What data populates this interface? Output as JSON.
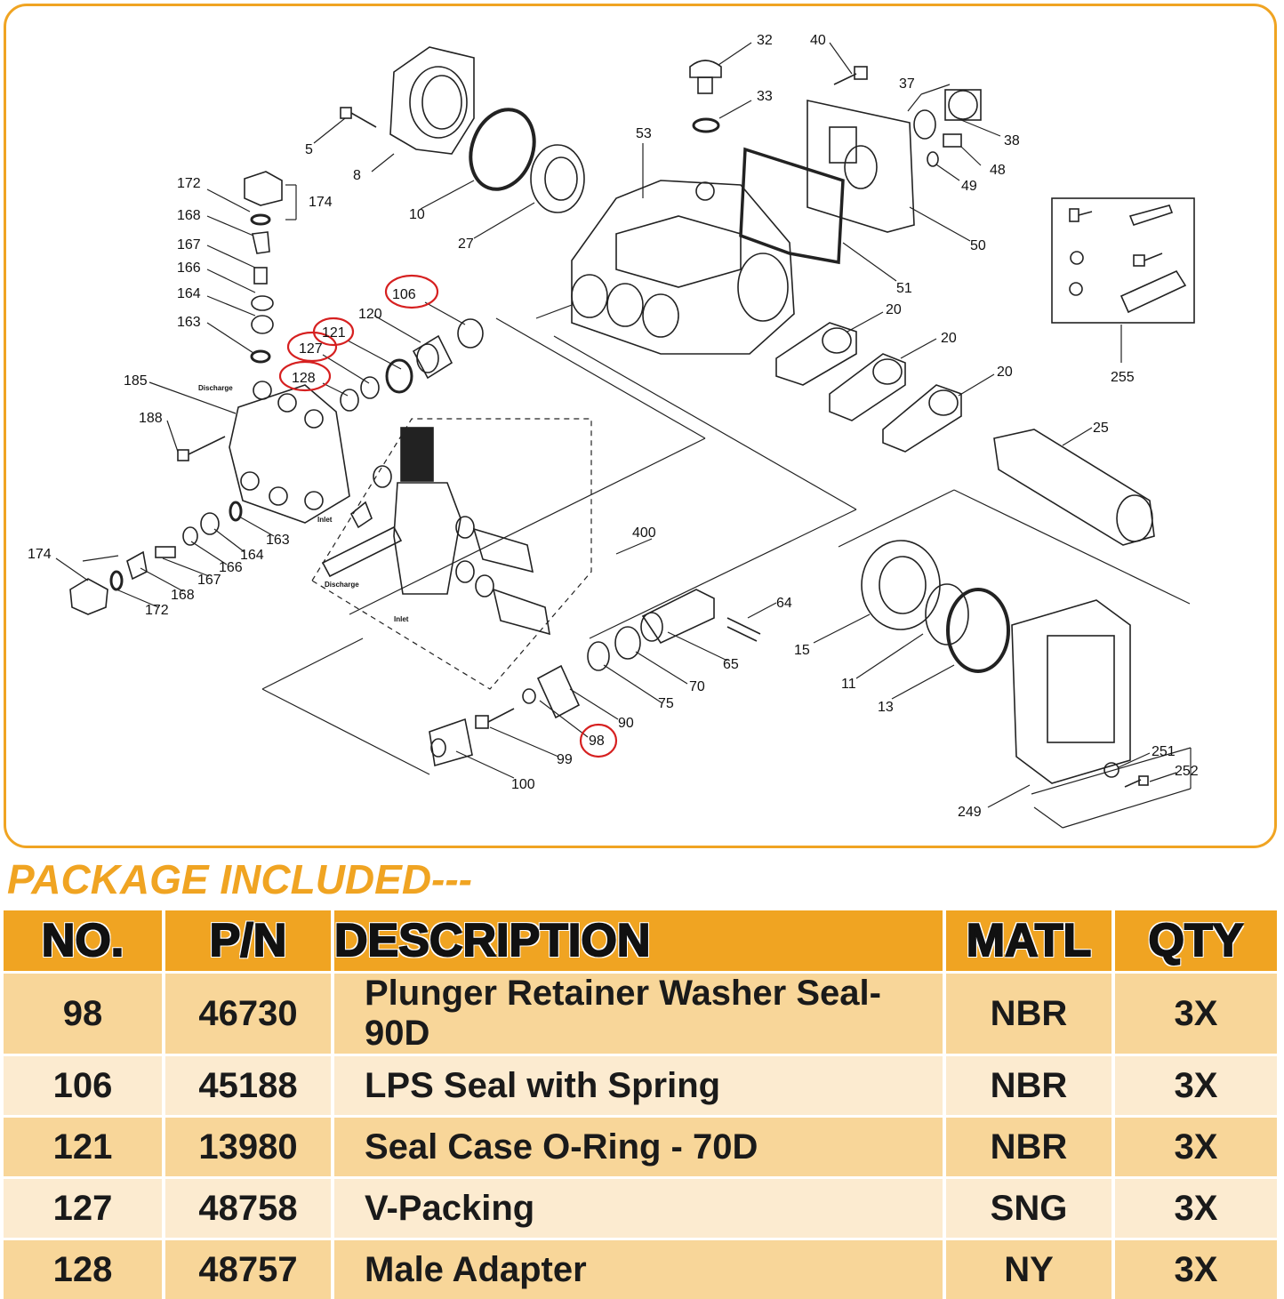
{
  "diagram": {
    "callouts": [
      "32",
      "40",
      "37",
      "38",
      "48",
      "49",
      "50",
      "33",
      "53",
      "5",
      "8",
      "10",
      "27",
      "172",
      "174",
      "168",
      "167",
      "166",
      "164",
      "163",
      "185",
      "188",
      "106",
      "120",
      "121",
      "127",
      "128",
      "51",
      "20",
      "20",
      "20",
      "255",
      "25",
      "400",
      "64",
      "65",
      "70",
      "75",
      "90",
      "98",
      "99",
      "100",
      "15",
      "11",
      "13",
      "251",
      "252",
      "249",
      "174",
      "172",
      "168",
      "167",
      "166",
      "164",
      "163"
    ],
    "highlighted_callouts": [
      "106",
      "121",
      "127",
      "128",
      "98"
    ],
    "small_labels": {
      "discharge_top": "Discharge",
      "inlet_top": "Inlet",
      "discharge_valve": "Discharge",
      "inlet_valve": "Inlet"
    },
    "colors": {
      "frame": "#f0a422",
      "highlight": "#d62020"
    }
  },
  "package": {
    "heading": "PACKAGE INCLUDED---",
    "headers": {
      "no": "NO.",
      "pn": "P/N",
      "description": "DESCRIPTION",
      "matl": "MATL",
      "qty": "QTY"
    },
    "rows": [
      {
        "no": "98",
        "pn": "46730",
        "description": "Plunger Retainer Washer Seal-90D",
        "matl": "NBR",
        "qty": "3X"
      },
      {
        "no": "106",
        "pn": "45188",
        "description": "LPS Seal with Spring",
        "matl": "NBR",
        "qty": "3X"
      },
      {
        "no": "121",
        "pn": "13980",
        "description": "Seal Case O-Ring - 70D",
        "matl": "NBR",
        "qty": "3X"
      },
      {
        "no": "127",
        "pn": "48758",
        "description": "V-Packing",
        "matl": "SNG",
        "qty": "3X"
      },
      {
        "no": "128",
        "pn": "48757",
        "description": "Male Adapter",
        "matl": "NY",
        "qty": "3X"
      }
    ],
    "colors": {
      "header": "#f0a422",
      "row_odd": "#f8d699",
      "row_even": "#fcebd0"
    }
  }
}
